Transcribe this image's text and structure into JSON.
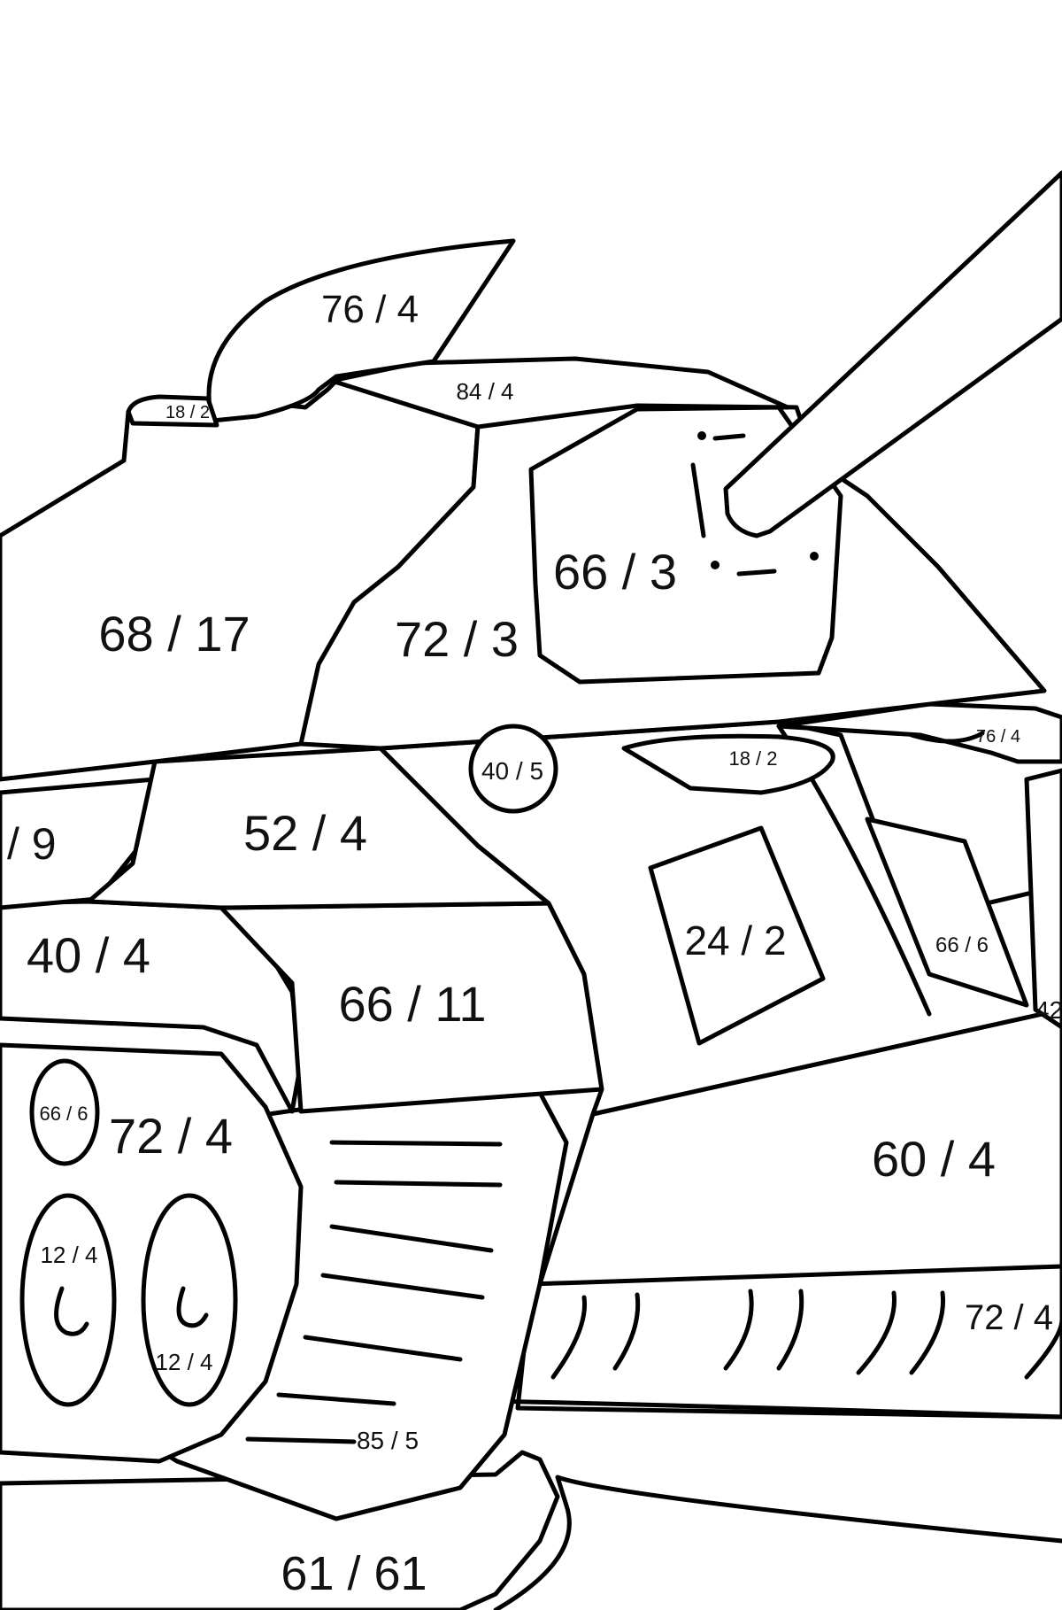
{
  "regions": [
    {
      "id": "hatch-flap",
      "label": "76 / 4"
    },
    {
      "id": "hatch-small",
      "label": "18 / 2"
    },
    {
      "id": "turret-top",
      "label": "84 / 4"
    },
    {
      "id": "turret-left",
      "label": "68 / 17"
    },
    {
      "id": "turret-mid",
      "label": "72 / 3"
    },
    {
      "id": "mantlet",
      "label": "66 / 3"
    },
    {
      "id": "port",
      "label": "40 / 5"
    },
    {
      "id": "deck-vent",
      "label": "18 / 2"
    },
    {
      "id": "deck-right",
      "label": "76 / 4"
    },
    {
      "id": "hull-left",
      "label": "/ 9"
    },
    {
      "id": "hull-deck",
      "label": "52 / 4"
    },
    {
      "id": "fender-left",
      "label": "40 / 4"
    },
    {
      "id": "fender-front",
      "label": "66 / 11"
    },
    {
      "id": "plate",
      "label": "24 / 2"
    },
    {
      "id": "plate-right",
      "label": "66 / 6"
    },
    {
      "id": "edge-right",
      "label": "42"
    },
    {
      "id": "wheel-small",
      "label": "66 / 6"
    },
    {
      "id": "sprocket",
      "label": "72 / 4"
    },
    {
      "id": "wheel-1",
      "label": "12 / 4"
    },
    {
      "id": "wheel-2",
      "label": "12 / 4"
    },
    {
      "id": "hull-side",
      "label": "60 / 4"
    },
    {
      "id": "track-right",
      "label": "72 / 4"
    },
    {
      "id": "track-front",
      "label": "85 / 5"
    },
    {
      "id": "ground",
      "label": "61 / 61"
    }
  ]
}
